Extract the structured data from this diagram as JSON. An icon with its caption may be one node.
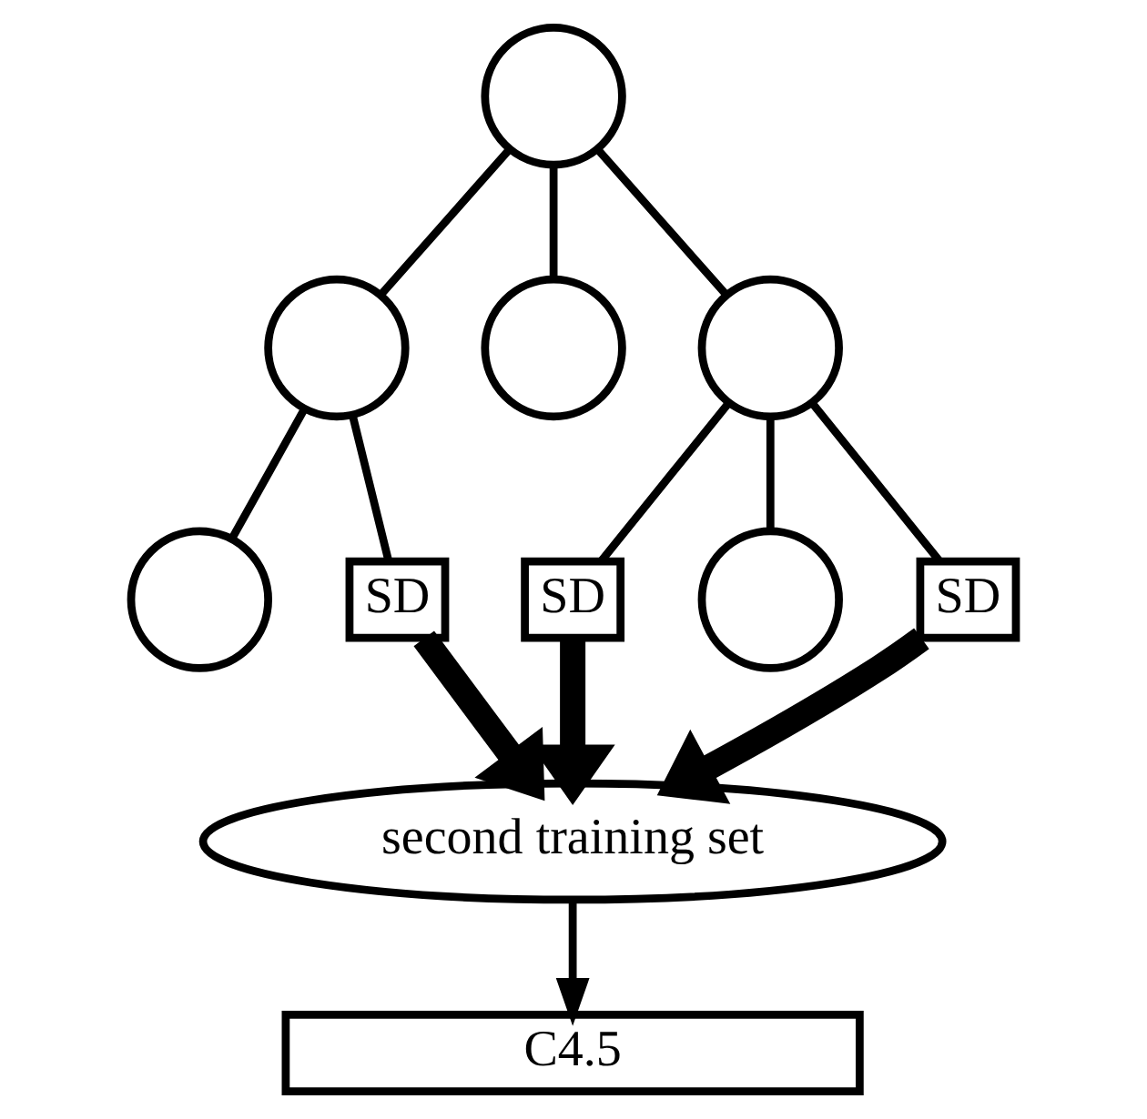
{
  "diagram": {
    "nodes": [
      {
        "text": [],
        "shape": "circle"
      },
      {
        "text": [],
        "shape": "circle"
      },
      {
        "text": [],
        "shape": "circle"
      },
      {
        "text": [],
        "shape": "circle"
      },
      {
        "text": [],
        "shape": "circle"
      },
      {
        "text": [
          "SD"
        ]
      },
      {
        "text": [
          "SD"
        ]
      },
      {
        "text": [],
        "shape": "circle"
      },
      {
        "text": [
          "SD"
        ]
      },
      {
        "text": [
          "second training set"
        ]
      },
      {
        "text": [
          "C4.5"
        ]
      }
    ],
    "edges": [
      {
        "from": 0,
        "to": 1,
        "arrow": "none"
      },
      {
        "from": 0,
        "to": 2,
        "arrow": "none"
      },
      {
        "from": 0,
        "to": 3,
        "arrow": "none"
      },
      {
        "from": 1,
        "to": 4,
        "arrow": "none"
      },
      {
        "from": 1,
        "to": 5,
        "arrow": "none"
      },
      {
        "from": 3,
        "to": 6,
        "arrow": "none"
      },
      {
        "from": 3,
        "to": 7,
        "arrow": "none"
      },
      {
        "from": 3,
        "to": 8,
        "arrow": "none"
      },
      {
        "from": 5,
        "to": 9,
        "arrow": "to",
        "style": "thick"
      },
      {
        "from": 6,
        "to": 9,
        "arrow": "to",
        "style": "thick"
      },
      {
        "from": 8,
        "to": 9,
        "arrow": "to",
        "style": "thick"
      },
      {
        "from": 9,
        "to": 10,
        "arrow": "to"
      }
    ]
  }
}
